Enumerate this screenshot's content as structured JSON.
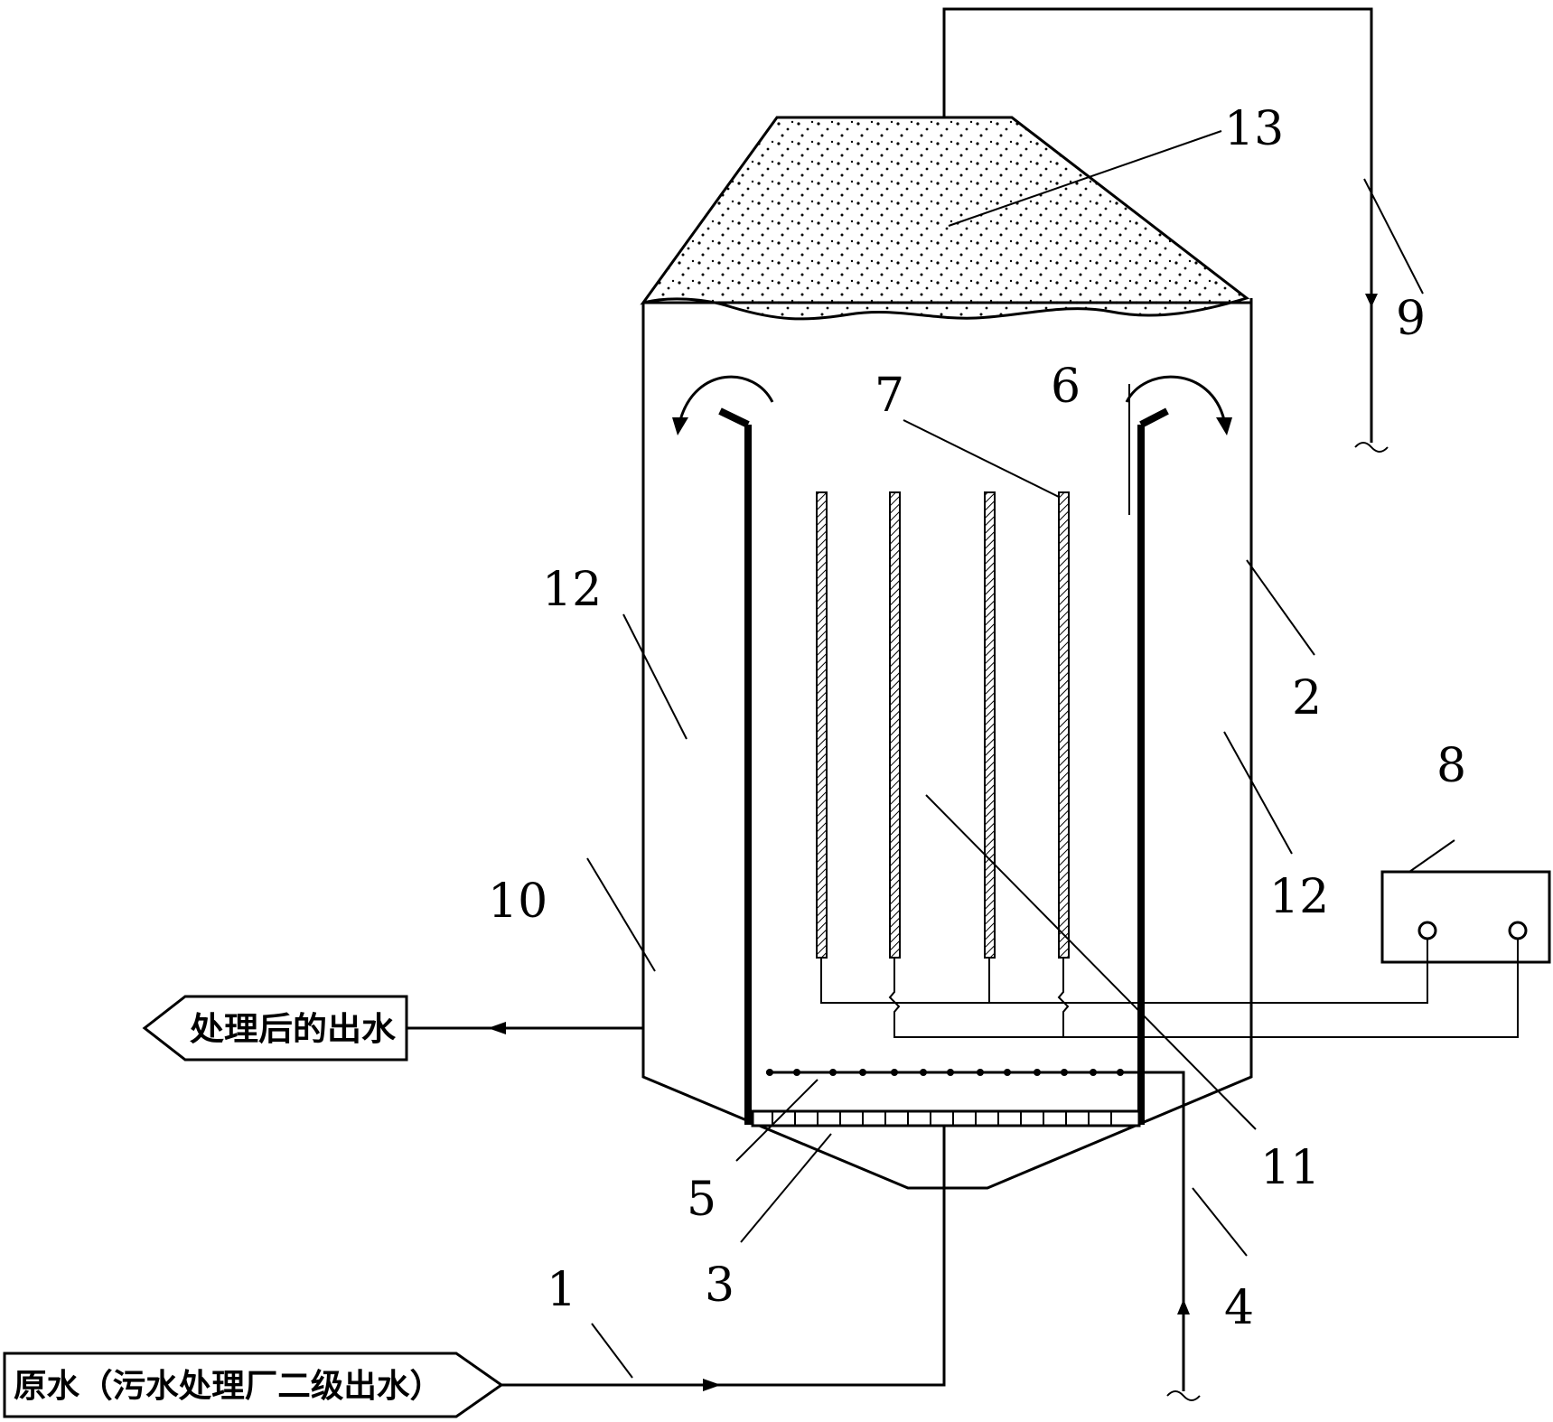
{
  "labels": {
    "raw_water": "原水（污水处理厂二级出水）",
    "treated_water": "处理后的出水",
    "n1": "1",
    "n2": "2",
    "n3": "3",
    "n4": "4",
    "n5": "5",
    "n6": "6",
    "n7": "7",
    "n8": "8",
    "n9": "9",
    "n10": "10",
    "n11": "11",
    "n12a": "12",
    "n12b": "12",
    "n13": "13"
  }
}
